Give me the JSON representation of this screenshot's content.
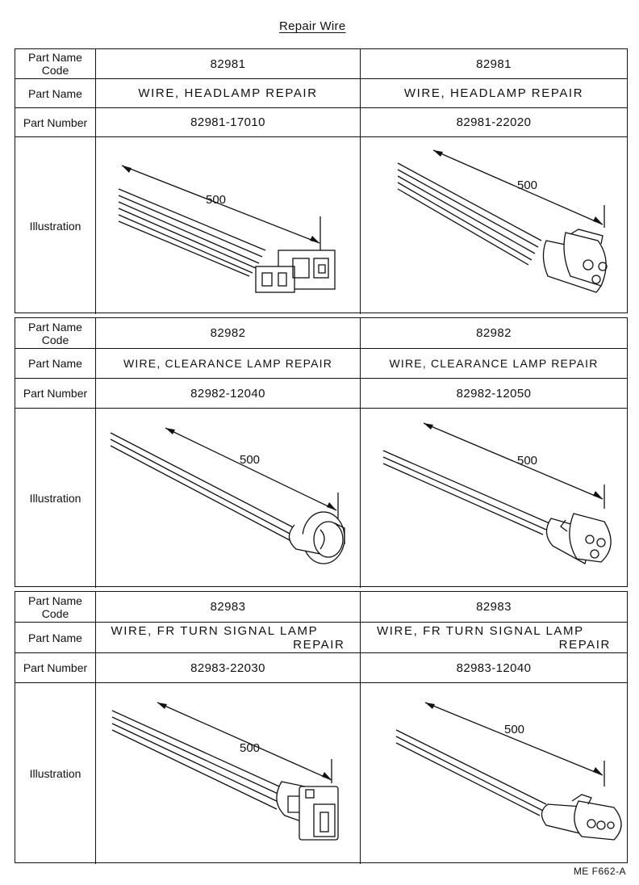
{
  "title": "Repair Wire",
  "labels": {
    "code": "Part Name Code",
    "name": "Part Name",
    "number": "Part Number",
    "illustration": "Illustration"
  },
  "blocks": [
    {
      "left": {
        "code": "82981",
        "name": "WIRE, HEADLAMP REPAIR",
        "number": "82981-17010",
        "dimension": "500"
      },
      "right": {
        "code": "82981",
        "name": "WIRE, HEADLAMP REPAIR",
        "number": "82981-22020",
        "dimension": "500"
      }
    },
    {
      "left": {
        "code": "82982",
        "name": "WIRE, CLEARANCE LAMP REPAIR",
        "number": "82982-12040",
        "dimension": "500"
      },
      "right": {
        "code": "82982",
        "name": "WIRE, CLEARANCE LAMP REPAIR",
        "number": "82982-12050",
        "dimension": "500"
      }
    },
    {
      "left": {
        "code": "82983",
        "name_line1": "WIRE, FR TURN SIGNAL LAMP",
        "name_line2": "REPAIR",
        "number": "82983-22030",
        "dimension": "500"
      },
      "right": {
        "code": "82983",
        "name_line1": "WIRE, FR TURN SIGNAL LAMP",
        "name_line2": "REPAIR",
        "number": "82983-12040",
        "dimension": "500"
      }
    }
  ],
  "footer": "ME F662-A"
}
